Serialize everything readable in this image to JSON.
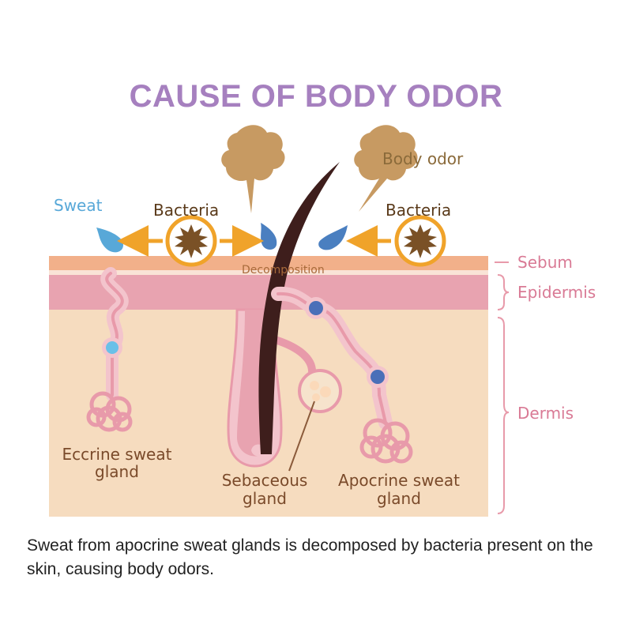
{
  "title": "CAUSE OF BODY ODOR",
  "labels": {
    "sweat": "Sweat",
    "bacteria_left": "Bacteria",
    "bacteria_right": "Bacteria",
    "body_odor": "Body odor",
    "decomposition": "Decomposition",
    "sebum": "Sebum",
    "epidermis": "Epidermis",
    "dermis": "Dermis",
    "eccrine_line1": "Eccrine sweat",
    "eccrine_line2": "gland",
    "sebaceous_line1": "Sebaceous",
    "sebaceous_line2": "gland",
    "apocrine_line1": "Apocrine sweat",
    "apocrine_line2": "gland"
  },
  "caption": "Sweat from apocrine sweat glands is decomposed by bacteria present on the skin, causing body odors.",
  "colors": {
    "title": "#a680bf",
    "sebum_layer": "#f2b08a",
    "epidermis_layer": "#e8a3b0",
    "dermis_layer": "#f6dcbf",
    "label_pink": "#d97a95",
    "sweat_blue": "#58a8d8",
    "bacteria_orange": "#f0a32a",
    "bacteria_body": "#7a5126",
    "odor_cloud": "#c79a62",
    "hair": "#3e1e1c"
  }
}
